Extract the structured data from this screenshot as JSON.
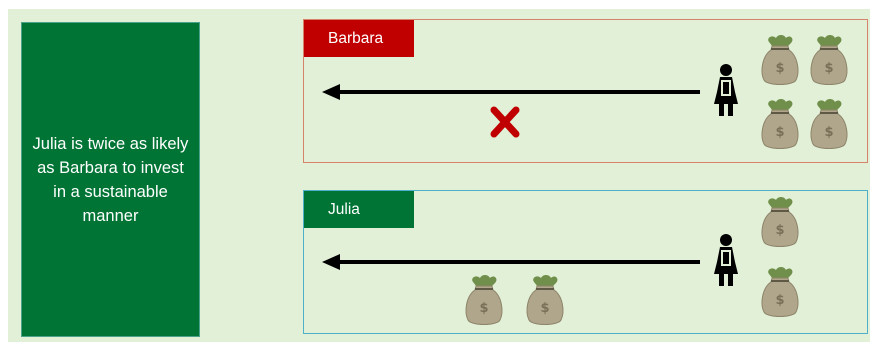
{
  "summary": {
    "text": "Julia is twice as likely as Barbara to invest in a sustainable manner"
  },
  "panels": [
    {
      "name": "Barbara",
      "color": "#c00000",
      "border": "#d6836a",
      "result": "cross",
      "bags_with_person": 4,
      "bags_moved": 0
    },
    {
      "name": "Julia",
      "color": "#007434",
      "border": "#4fb0c9",
      "result": "moved",
      "bags_with_person": 2,
      "bags_moved": 2
    }
  ],
  "icons": {
    "person": "person-icon",
    "bag": "money-bag-icon",
    "cross": "red-cross-icon",
    "arrow": "left-arrow"
  },
  "colors": {
    "background": "#e1f0d7",
    "summary_box": "#007434",
    "bag": "#a89f84",
    "arrow": "#000000"
  }
}
